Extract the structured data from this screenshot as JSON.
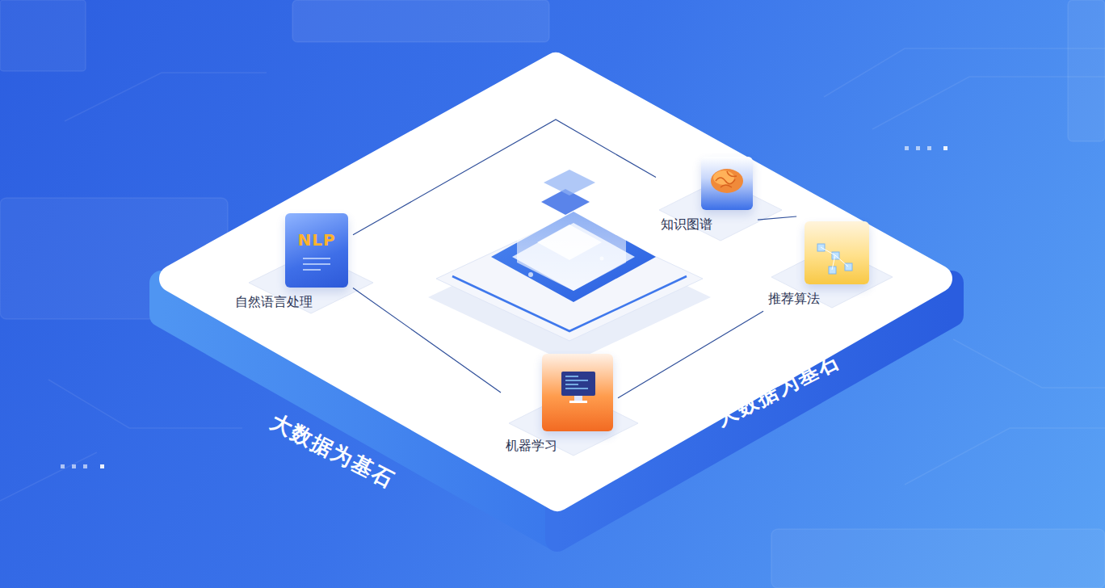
{
  "diagram": {
    "nodes": [
      {
        "text": [
          "NLP",
          "自然语言处理"
        ]
      },
      {
        "text": [
          "知识图谱"
        ]
      },
      {
        "text": [
          "推荐算法"
        ]
      },
      {
        "text": [
          "机器学习"
        ]
      }
    ],
    "edges": [
      {
        "from": 0,
        "to": 1,
        "arrow": "none"
      },
      {
        "from": 1,
        "to": 2,
        "arrow": "none"
      },
      {
        "from": 0,
        "to": 3,
        "arrow": "none"
      },
      {
        "from": 3,
        "to": 2,
        "arrow": "none"
      }
    ],
    "labels": [
      "大数据为基石",
      "大数据为基石"
    ]
  }
}
